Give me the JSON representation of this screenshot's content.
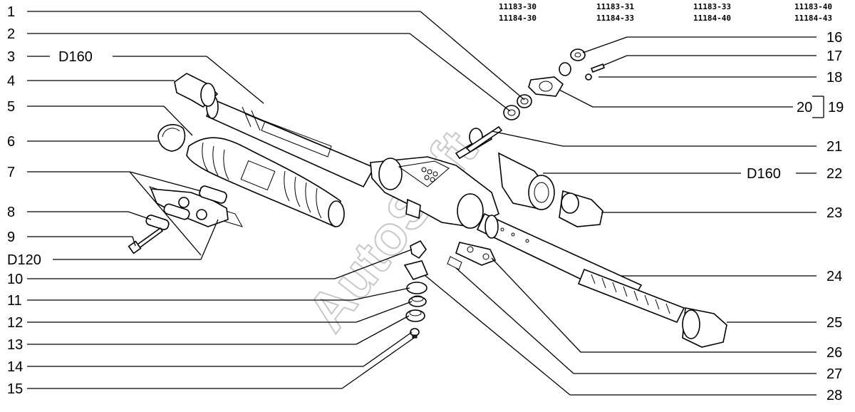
{
  "header_codes": [
    {
      "line1": "11183-30",
      "line2": "11184-30"
    },
    {
      "line1": "11183-31",
      "line2": "11184-33"
    },
    {
      "line1": "11183-33",
      "line2": "11184-40"
    },
    {
      "line1": "11183-40",
      "line2": "11184-43"
    }
  ],
  "callouts_left": [
    "1",
    "2",
    "3",
    "4",
    "5",
    "6",
    "7",
    "8",
    "9",
    "10",
    "11",
    "12",
    "13",
    "14",
    "15"
  ],
  "callouts_right": [
    "16",
    "17",
    "18",
    "19",
    "20",
    "21",
    "22",
    "23",
    "24",
    "25",
    "26",
    "27",
    "28"
  ],
  "notes": {
    "left_d160": "D160",
    "left_d120": "D120",
    "right_d160": "D160"
  },
  "watermark": "AutoSoft"
}
